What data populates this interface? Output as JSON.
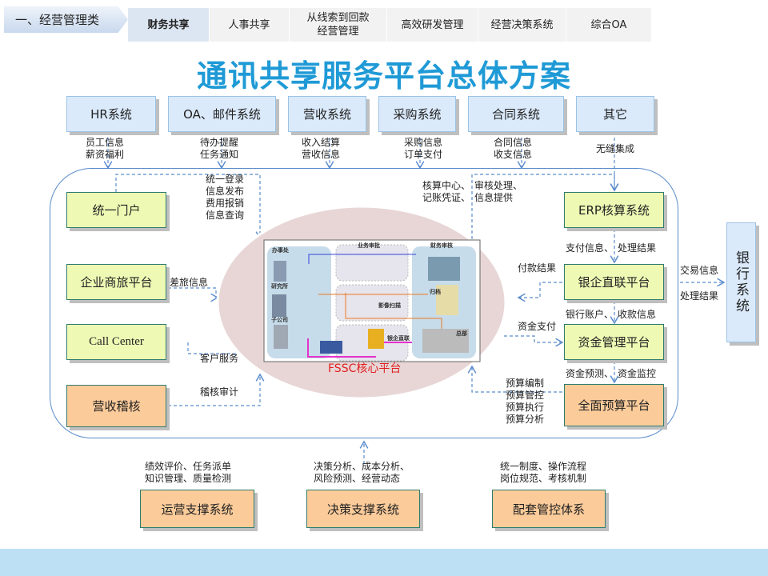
{
  "nav": {
    "category": "一、经营管理类",
    "tabs": [
      {
        "label": "财务共享",
        "active": true
      },
      {
        "label": "人事共享"
      },
      {
        "label": "从线索到回款经营管理"
      },
      {
        "label": "高效研发管理"
      },
      {
        "label": "经营决策系统"
      },
      {
        "label": "综合OA"
      }
    ]
  },
  "title": "通讯共享服务平台总体方案",
  "top_systems": [
    {
      "name": "HR系统",
      "info": [
        "员工信息",
        "薪资福利"
      ]
    },
    {
      "name": "OA、邮件系统",
      "info": [
        "待办提醒",
        "任务通知"
      ]
    },
    {
      "name": "营收系统",
      "info": [
        "收入结算",
        "营收信息"
      ]
    },
    {
      "name": "采购系统",
      "info": [
        "采购信息",
        "订单支付"
      ]
    },
    {
      "name": "合同系统",
      "info": [
        "合同信息",
        "收支信息"
      ]
    },
    {
      "name": "其它",
      "info": [
        "无缝集成"
      ]
    }
  ],
  "left": {
    "portal": "统一门户",
    "portal_info": [
      "统一登录",
      "信息发布",
      "费用报销",
      "信息查询"
    ],
    "travel": "企业商旅平台",
    "travel_info": "差旅信息",
    "callcenter": "Call Center",
    "callcenter_info": "客户服务",
    "audit": "营收稽核",
    "audit_info": "稽核审计"
  },
  "core": {
    "label": "FSSC核心平台",
    "parts": [
      "办事处",
      "研究所",
      "子公司",
      "业务审批",
      "财务审核",
      "影像扫描",
      "归档",
      "银企直联",
      "总部"
    ]
  },
  "right": {
    "erp": "ERP核算系统",
    "erp_info": [
      "核算中心、",
      "记账凭证、"
    ],
    "erp_info2": [
      "审核处理、",
      "信息提供"
    ],
    "erp_bank": "支付信息、",
    "erp_bank2": "处理结果",
    "bankconn": "银企直联平台",
    "pay_result": "付款结果",
    "bank_fund": "银行账户、",
    "bank_fund2": "收款信息",
    "fund": "资金管理平台",
    "fund_pay": "资金支付",
    "fund_budget": "资金预测、",
    "fund_budget2": "资金监控",
    "budget": "全面预算平台",
    "budget_info": [
      "预算编制",
      "预算管控",
      "预算执行",
      "预算分析"
    ]
  },
  "bank": {
    "name": "银行系统",
    "info1": "交易信息",
    "info2": "处理结果"
  },
  "bottom": [
    {
      "name": "运营支撑系统",
      "info": [
        "绩效评价、任务派单",
        "知识管理、质量检测"
      ]
    },
    {
      "name": "决策支撑系统",
      "info": [
        "决策分析、成本分析、",
        "风险预测、经营动态"
      ]
    },
    {
      "name": "配套管控体系",
      "info": [
        "统一制度、操作流程",
        "岗位规范、考核机制"
      ]
    }
  ]
}
